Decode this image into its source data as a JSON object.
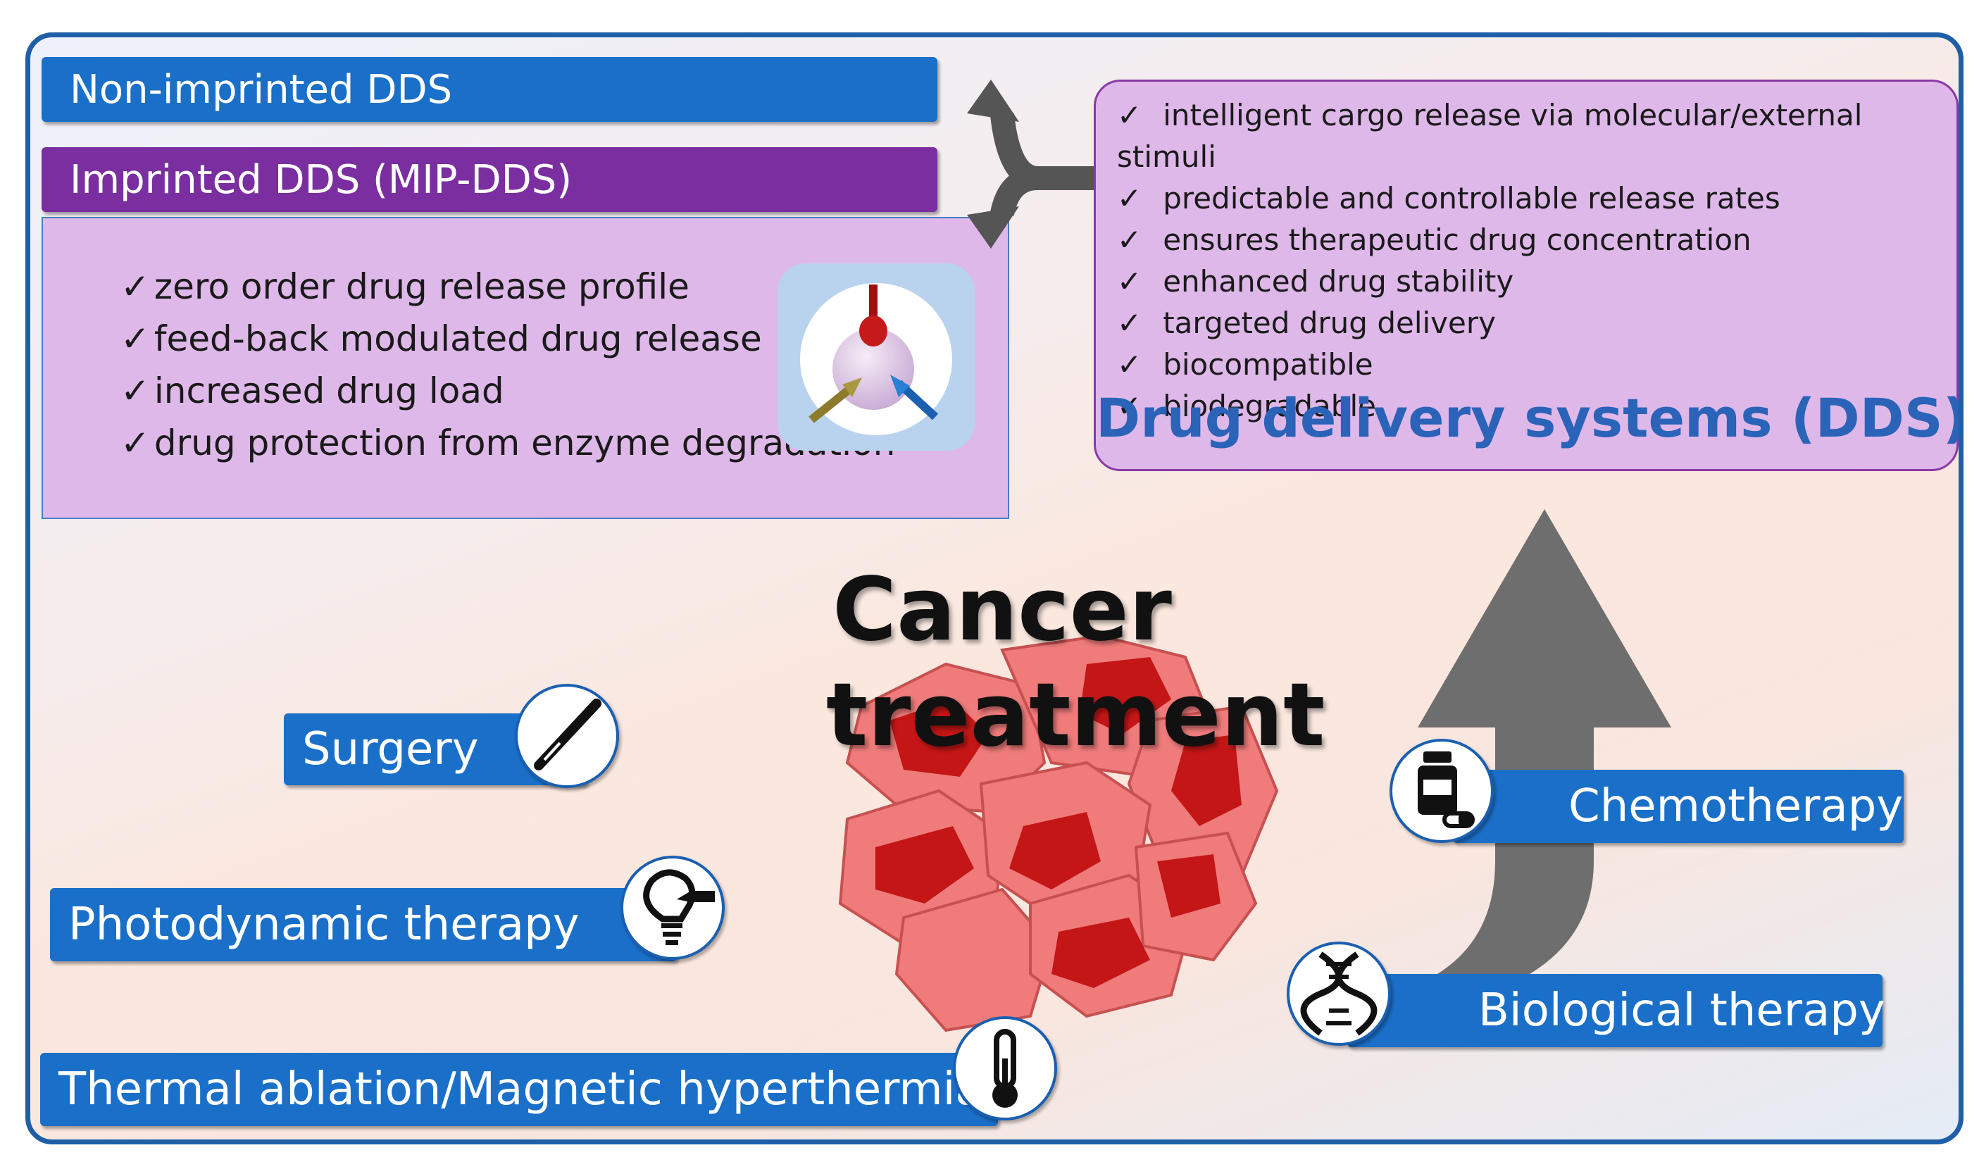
{
  "non_imprinted": {
    "label": "Non-imprinted DDS"
  },
  "imprinted": {
    "label": "Imprinted DDS (MIP-DDS)",
    "features": [
      "zero order drug release profile",
      "feed-back modulated drug release",
      "increased drug load",
      "drug protection from enzyme degradation"
    ]
  },
  "dds": {
    "title": "Drug delivery systems (DDS)",
    "features": [
      "intelligent cargo release via molecular/external stimuli",
      "predictable and controllable release rates",
      "ensures therapeutic drug concentration",
      "enhanced drug stability",
      "targeted drug delivery",
      "biocompatible",
      "biodegradable"
    ]
  },
  "center": {
    "line1": "Cancer",
    "line2": "treatment"
  },
  "therapies": {
    "surgery": "Surgery",
    "photodynamic": "Photodynamic therapy",
    "thermal": "Thermal ablation/Magnetic hyperthermia",
    "chemotherapy": "Chemotherapy",
    "biological": "Biological therapy"
  },
  "icons": {
    "surgery": "scalpel-icon",
    "photodynamic": "lightbulb-icon",
    "thermal": "thermometer-icon",
    "chemotherapy": "medicine-bottle-icon",
    "biological": "dna-icon",
    "mip": "imprinted-polymer-icon"
  },
  "colors": {
    "blue_bar": "#1a6fc8",
    "purple_bar": "#7a2ea0",
    "panel_fill": "#dfb8ea",
    "title_blue": "#2a63b8",
    "arrow_gray": "#6e6e6e",
    "tumor_red": "#e85a5a"
  }
}
